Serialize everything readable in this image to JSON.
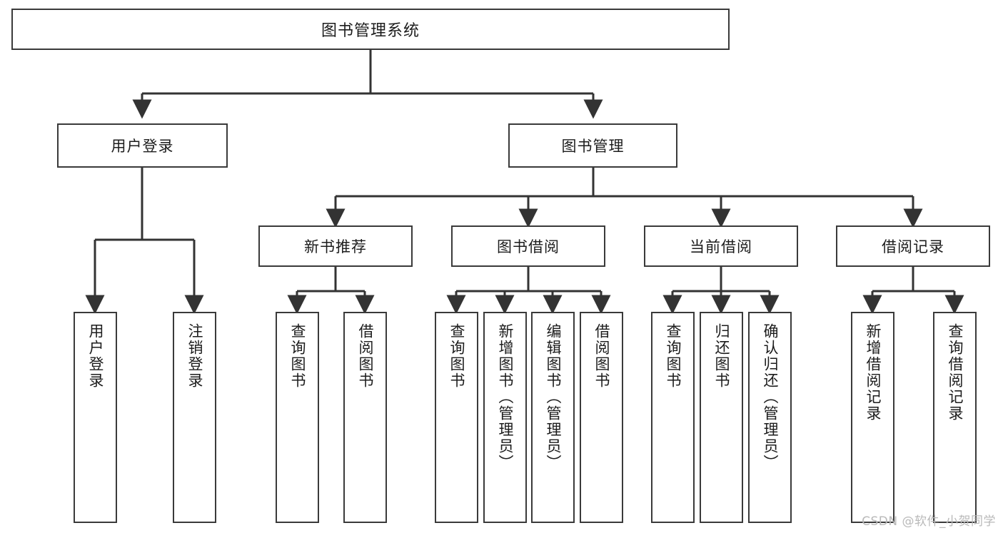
{
  "diagram": {
    "title": "图书管理系统",
    "root": {
      "id": "root",
      "label": "图书管理系统"
    },
    "level2": [
      {
        "id": "user-login",
        "label": "用户登录"
      },
      {
        "id": "book-manage",
        "label": "图书管理"
      }
    ],
    "level3": [
      {
        "id": "new-book-recommend",
        "label": "新书推荐"
      },
      {
        "id": "book-borrow",
        "label": "图书借阅"
      },
      {
        "id": "current-borrow",
        "label": "当前借阅"
      },
      {
        "id": "borrow-record",
        "label": "借阅记录"
      }
    ],
    "leaves": {
      "user_login": [
        {
          "id": "leaf-user-login",
          "label": "用户登录"
        },
        {
          "id": "leaf-logout-login",
          "label": "注销登录"
        }
      ],
      "new_book_recommend": [
        {
          "id": "leaf-query-book-1",
          "label": "查询图书"
        },
        {
          "id": "leaf-borrow-book-1",
          "label": "借阅图书"
        }
      ],
      "book_borrow": [
        {
          "id": "leaf-query-book-2",
          "label": "查询图书"
        },
        {
          "id": "leaf-add-book-admin",
          "label": "新增图书（管理员）"
        },
        {
          "id": "leaf-edit-book-admin",
          "label": "编辑图书（管理员）"
        },
        {
          "id": "leaf-borrow-book-2",
          "label": "借阅图书"
        }
      ],
      "current_borrow": [
        {
          "id": "leaf-query-book-3",
          "label": "查询图书"
        },
        {
          "id": "leaf-return-book",
          "label": "归还图书"
        },
        {
          "id": "leaf-confirm-return-admin",
          "label": "确认归还（管理员）"
        }
      ],
      "borrow_record": [
        {
          "id": "leaf-add-borrow-record",
          "label": "新增借阅记录"
        },
        {
          "id": "leaf-query-borrow-record",
          "label": "查询借阅记录"
        }
      ]
    },
    "watermark": "CSDN @软件_小贺同学",
    "colors": {
      "box_border": "#3a3a3a",
      "box_fill": "#ffffff",
      "connector": "#333333",
      "text": "#1c1c1c",
      "watermark": "#b9b9b9",
      "background": "#ffffff"
    }
  }
}
